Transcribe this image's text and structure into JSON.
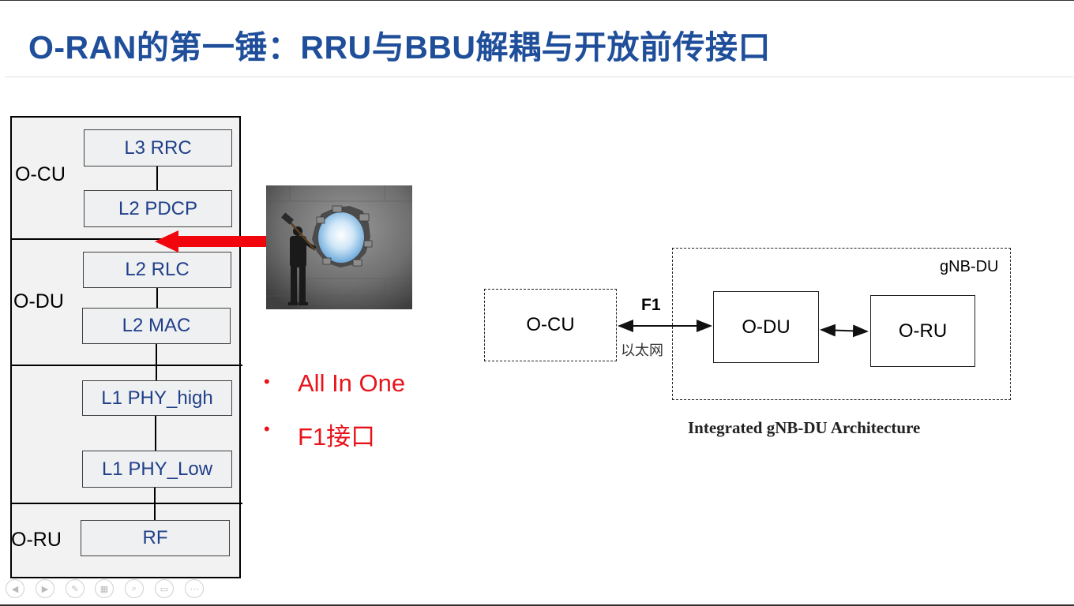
{
  "slide": {
    "title": "O-RAN的第一锤：RRU与BBU解耦与开放前传接口"
  },
  "stack": {
    "side_labels": {
      "ocu": "O-CU",
      "odu": "O-DU",
      "oru": "O-RU"
    },
    "layers": {
      "l3_rrc": "L3 RRC",
      "l2_pdcp": "L2 PDCP",
      "l2_rlc": "L2 RLC",
      "l2_mac": "L2 MAC",
      "l1_phy_high": "L1 PHY_high",
      "l1_phy_low": "L1 PHY_Low",
      "rf": "RF"
    }
  },
  "bullets": {
    "marker": "•",
    "items": [
      "All In One",
      "F1接口"
    ]
  },
  "architecture": {
    "group_label": "gNB-DU",
    "ocu": "O-CU",
    "odu": "O-DU",
    "oru": "O-RU",
    "link_label": "F1",
    "link_sublabel": "以太网",
    "caption": "Integrated gNB-DU Architecture"
  },
  "colors": {
    "title": "#1f4e9a",
    "layer_text": "#1f3f8a",
    "bullet": "#e8141c",
    "arrow": "#f0060c"
  },
  "nav": {
    "icons": [
      "prev-icon",
      "next-icon",
      "pen-icon",
      "slides-icon",
      "zoom-icon",
      "subtitle-icon",
      "more-icon"
    ]
  }
}
